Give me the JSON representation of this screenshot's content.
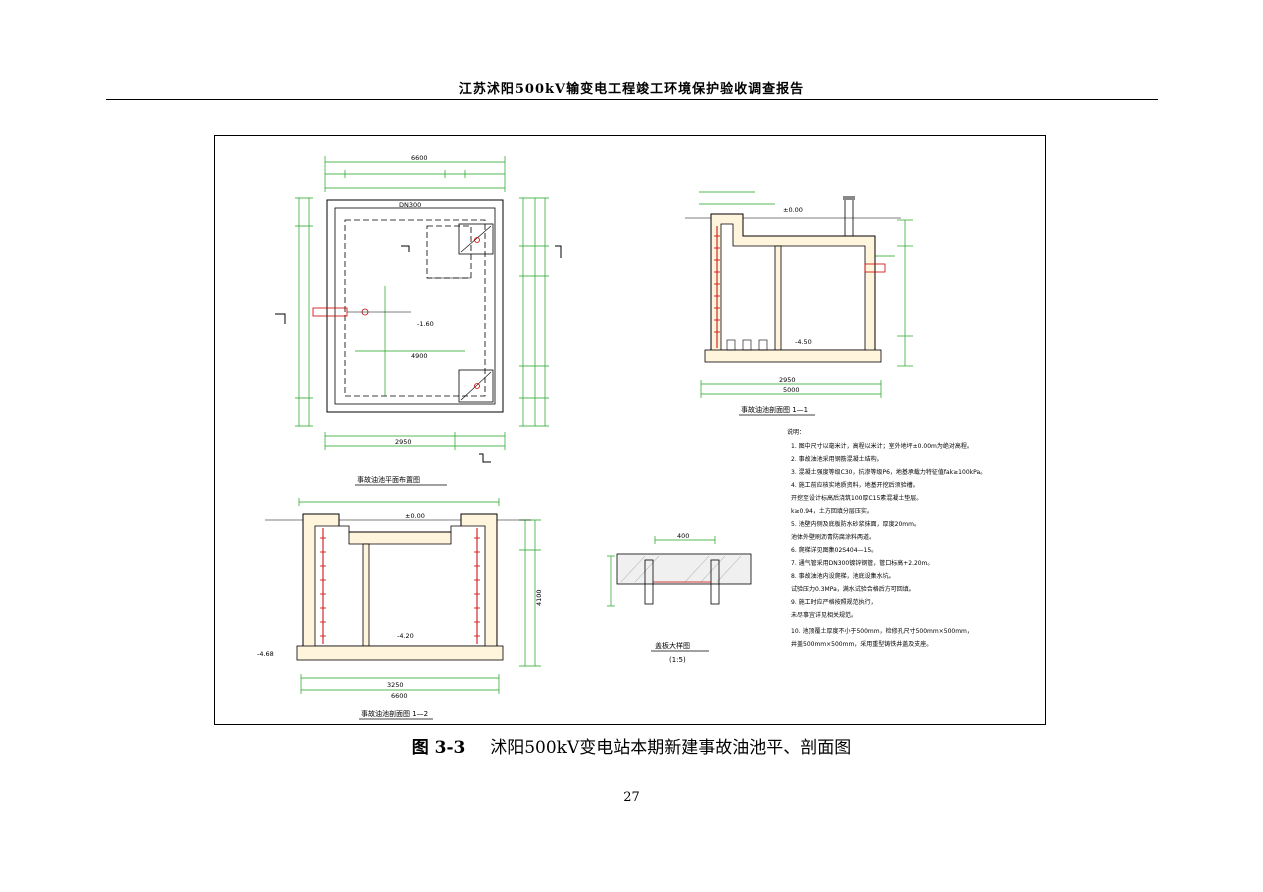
{
  "header": {
    "title": "江苏沭阳500kV输变电工程竣工环境保护验收调查报告"
  },
  "figure": {
    "drawing_titles": {
      "plan": "事故油池平面布置图",
      "section_11": "事故油池剖面图 1—1",
      "section_12": "事故油池剖面图 1—2",
      "detail": "盖板大样图",
      "detail_scale": "(1:5)"
    },
    "notes_heading": "说明：",
    "notes": [
      "1. 图中尺寸以毫米计，高程以米计；室外地坪±0.00m为绝对高程。",
      "2. 事故油池采用钢筋混凝土结构。",
      "3. 混凝土强度等级C30，抗渗等级P6，地基承载力特征值fak≥100kPa。",
      "4. 施工前应核实地质资料，地基开挖后须验槽。",
      "   开挖至设计标高后浇筑100厚C15素混凝土垫层。",
      "   k≥0.94，土方回填分层压实。",
      "5. 池壁内侧及底板防水砂浆抹面，厚度20mm。",
      "   池体外壁刷沥青防腐涂料两道。",
      "6. 爬梯详见图集02S404—15。",
      "7. 通气管采用DN300镀锌钢管，管口标高+2.20m。",
      "8. 事故油池内设爬梯，池底设集水坑。",
      "   试验压力0.3MPa，满水试验合格后方可回填。",
      "9. 施工时应严格按照规范执行，",
      "   未尽事宜详见相关规范。",
      "10. 池顶覆土厚度不小于500mm，检修孔尺寸500mm×500mm，",
      "   井盖500mm×500mm，采用重型铸铁井盖及支座。"
    ],
    "dims": {
      "plan_total": "6600",
      "plan_inner": "4900",
      "plan_left": "2950",
      "plan_label_pipe": "DN300",
      "plan_label_elev": "-1.60",
      "section_total": "6600",
      "section_mid": "3250",
      "section_elev_top": "±0.00",
      "section_elev_bottom": "-4.68",
      "section_elev_water": "-4.20",
      "section_height": "4100",
      "sec11_total": "5000",
      "sec11_mid": "2950",
      "sec11_elev": "-4.50",
      "detail_width": "400"
    }
  },
  "caption": {
    "number": "图 3-3",
    "text": "沭阳500kV变电站本期新建事故油池平、剖面图"
  },
  "page": {
    "number": "27"
  }
}
